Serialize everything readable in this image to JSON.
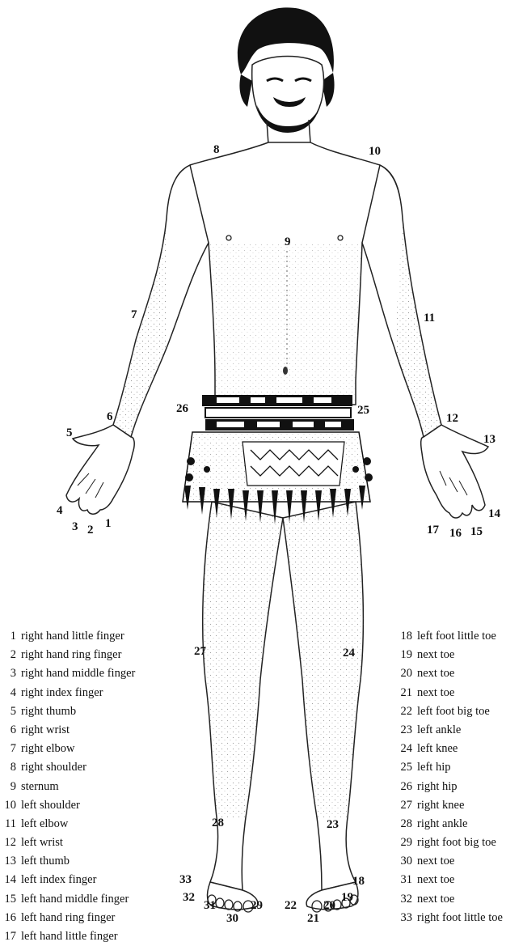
{
  "points": [
    {
      "n": "1",
      "label": "right hand little finger"
    },
    {
      "n": "2",
      "label": "right hand ring finger"
    },
    {
      "n": "3",
      "label": "right hand middle finger"
    },
    {
      "n": "4",
      "label": "right index finger"
    },
    {
      "n": "5",
      "label": "right thumb"
    },
    {
      "n": "6",
      "label": "right wrist"
    },
    {
      "n": "7",
      "label": "right elbow"
    },
    {
      "n": "8",
      "label": "right shoulder"
    },
    {
      "n": "9",
      "label": "sternum"
    },
    {
      "n": "10",
      "label": "left shoulder"
    },
    {
      "n": "11",
      "label": "left elbow"
    },
    {
      "n": "12",
      "label": "left wrist"
    },
    {
      "n": "13",
      "label": "left thumb"
    },
    {
      "n": "14",
      "label": "left index finger"
    },
    {
      "n": "15",
      "label": "left hand middle finger"
    },
    {
      "n": "16",
      "label": "left hand ring finger"
    },
    {
      "n": "17",
      "label": "left hand little finger"
    },
    {
      "n": "18",
      "label": "left foot little toe"
    },
    {
      "n": "19",
      "label": "next toe"
    },
    {
      "n": "20",
      "label": "next toe"
    },
    {
      "n": "21",
      "label": "next toe"
    },
    {
      "n": "22",
      "label": "left foot big toe"
    },
    {
      "n": "23",
      "label": "left ankle"
    },
    {
      "n": "24",
      "label": "left knee"
    },
    {
      "n": "25",
      "label": "left hip"
    },
    {
      "n": "26",
      "label": "right hip"
    },
    {
      "n": "27",
      "label": "right knee"
    },
    {
      "n": "28",
      "label": "right ankle"
    },
    {
      "n": "29",
      "label": "right foot big toe"
    },
    {
      "n": "30",
      "label": "next toe"
    },
    {
      "n": "31",
      "label": "next toe"
    },
    {
      "n": "32",
      "label": "next toe"
    },
    {
      "n": "33",
      "label": "right foot little toe"
    }
  ]
}
